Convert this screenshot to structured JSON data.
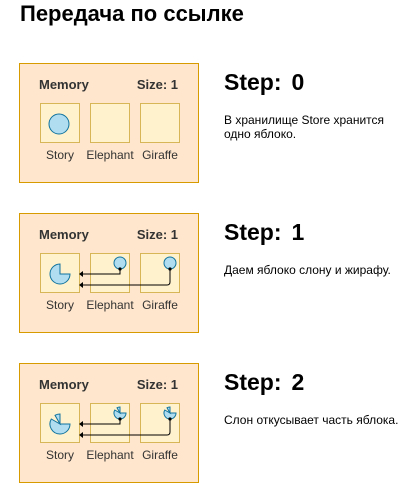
{
  "title": "Передача по ссылке",
  "colors": {
    "memory_fill": "#ffe6cc",
    "memory_border": "#d79b00",
    "cell_fill": "#fff2cc",
    "cell_border": "#d6b656",
    "apple_fill": "#b1ddf0",
    "apple_stroke": "#10739e"
  },
  "steps": [
    {
      "memory_label": "Memory",
      "size_label": "Size: 1",
      "cells": [
        "Story",
        "Elephant",
        "Giraffe"
      ],
      "step_label": "Step:",
      "step_number": "0",
      "description": "В хранилище Store хранится одно яблоко.",
      "apple_state": "whole"
    },
    {
      "memory_label": "Memory",
      "size_label": "Size: 1",
      "cells": [
        "Story",
        "Elephant",
        "Giraffe"
      ],
      "step_label": "Step:",
      "step_number": "1",
      "description": "Даем яблоко слону и жирафу.",
      "apple_state": "one-bite"
    },
    {
      "memory_label": "Memory",
      "size_label": "Size: 1",
      "cells": [
        "Story",
        "Elephant",
        "Giraffe"
      ],
      "step_label": "Step:",
      "step_number": "2",
      "description": "Слон откусывает часть яблока.",
      "apple_state": "two-bites"
    }
  ]
}
